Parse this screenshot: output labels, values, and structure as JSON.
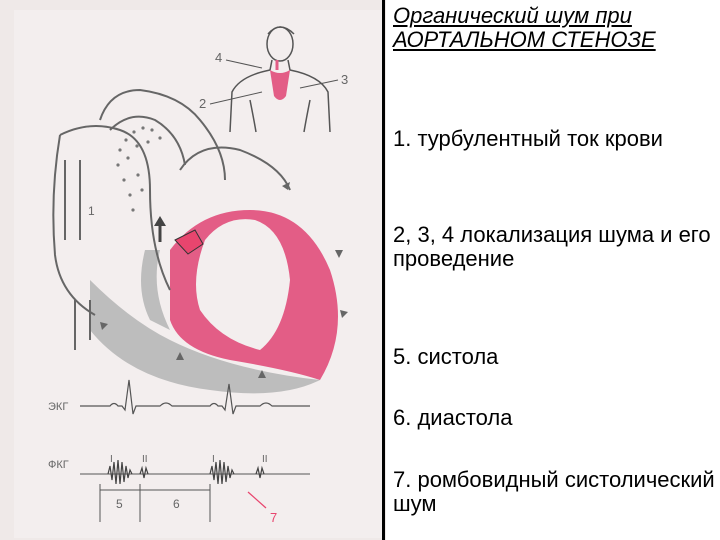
{
  "slide": {
    "title": "Органический шум при АОРТАЛЬНОМ СТЕНОЗЕ",
    "items": [
      "1. турбулентный ток крови",
      "2, 3, 4  локализация шума и его проведение",
      "5. систола",
      "6. диастола",
      "7. ромбовидный систолический шум"
    ]
  },
  "figure": {
    "labels": {
      "n1": "1",
      "n2": "2",
      "n3": "3",
      "n4": "4",
      "n5": "5",
      "n6": "6",
      "n7": "7",
      "ecg": "ЭКГ",
      "pcg": "ФКГ",
      "s1a": "I",
      "s2a": "II",
      "s1b": "I",
      "s2b": "II"
    },
    "colors": {
      "myocardium": "#e35d86",
      "background": "#f3eeee",
      "line": "#555555",
      "accent": "#e8456e"
    }
  }
}
